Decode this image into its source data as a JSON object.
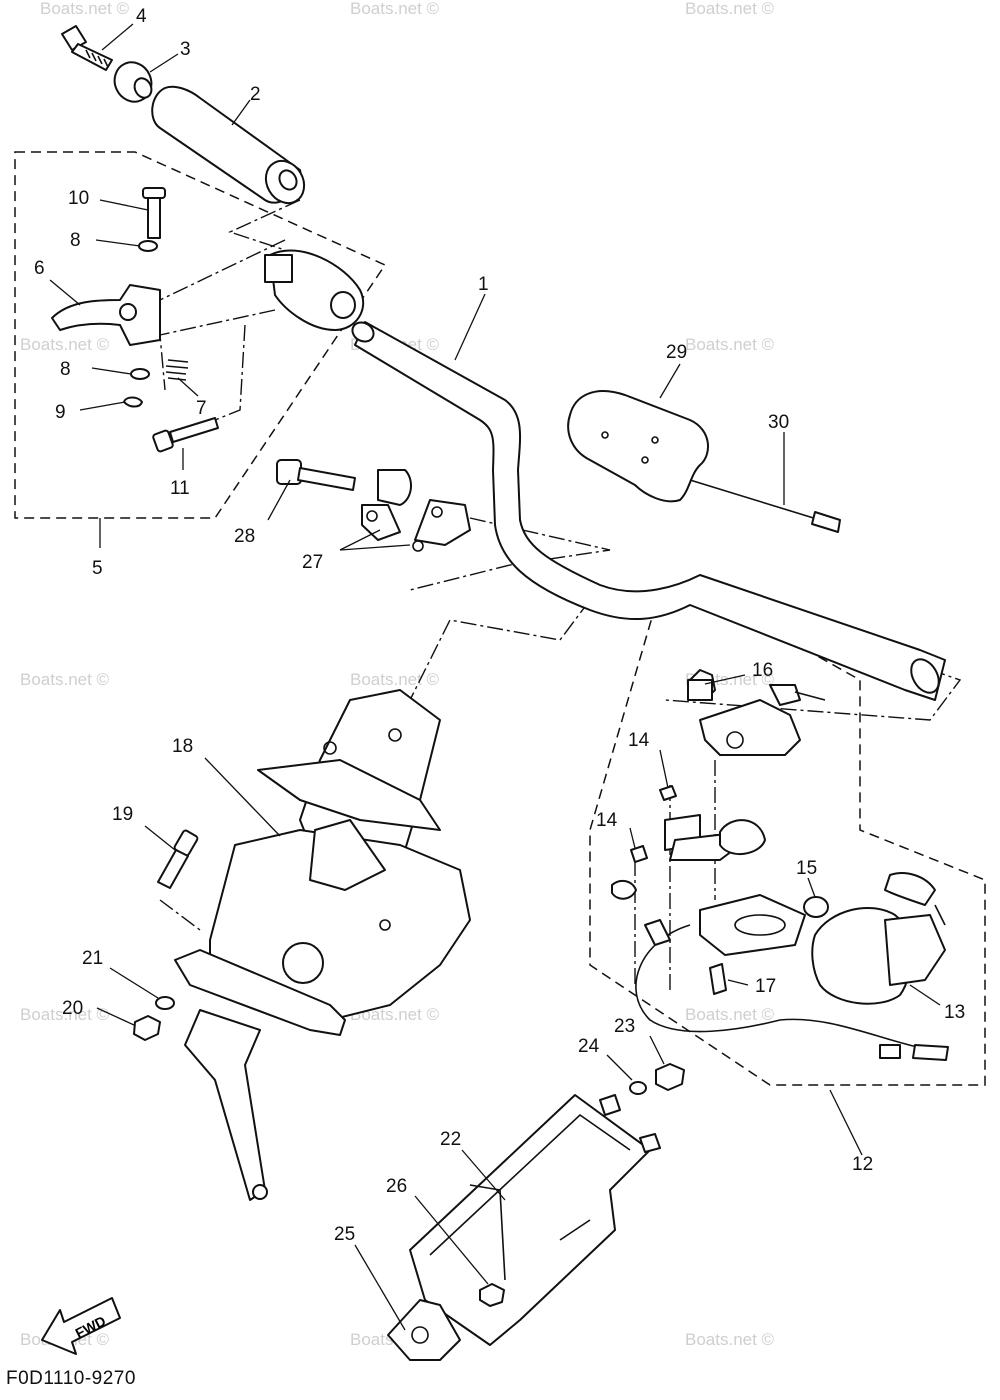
{
  "diagram": {
    "code": "F0D1110-9270",
    "fwd_label": "FWD",
    "watermark": "Boats.net ©",
    "callouts": {
      "c1": "1",
      "c2": "2",
      "c3": "3",
      "c4": "4",
      "c5": "5",
      "c6": "6",
      "c7": "7",
      "c8a": "8",
      "c8b": "8",
      "c9": "9",
      "c10": "10",
      "c11": "11",
      "c12": "12",
      "c13": "13",
      "c14a": "14",
      "c14b": "14",
      "c15": "15",
      "c16": "16",
      "c17": "17",
      "c18": "18",
      "c19": "19",
      "c20": "20",
      "c21": "21",
      "c22": "22",
      "c23": "23",
      "c24": "24",
      "c25": "25",
      "c26": "26",
      "c27": "27",
      "c28": "28",
      "c29": "29",
      "c30": "30"
    }
  }
}
